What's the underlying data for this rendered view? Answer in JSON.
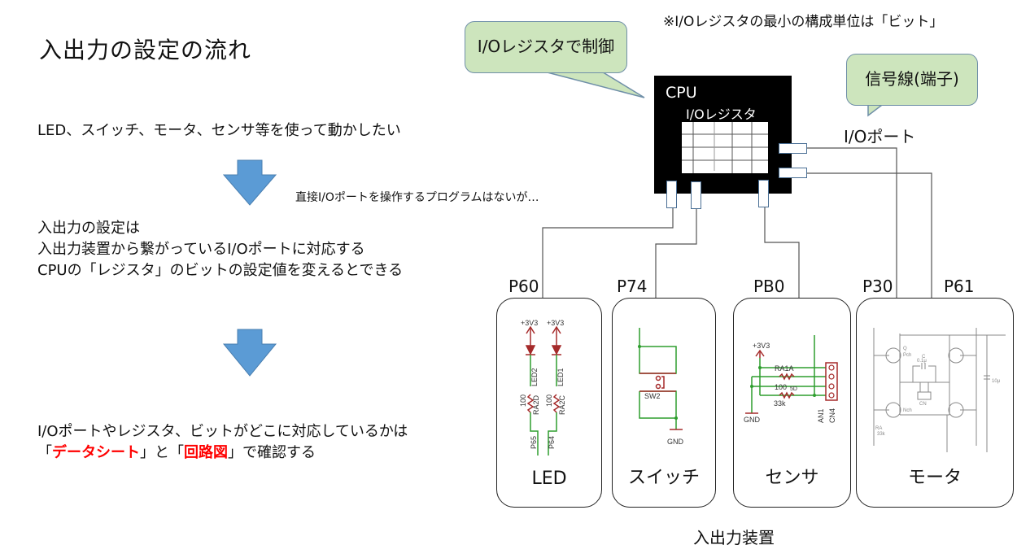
{
  "title": "入出力の設定の流れ",
  "note_top": "※I/Oレジスタの最小の構成単位は「ビット」",
  "steps": {
    "step1": "LED、スイッチ、モータ、センサ等を使って動かしたい",
    "arrow_note": "直接I/Oポートを操作するプログラムはないが…",
    "step2_line1": "入出力の設定は",
    "step2_line2": "入出力装置から繋がっているI/Oポートに対応する",
    "step2_line3": "CPUの「レジスタ」のビットの設定値を変えるとできる",
    "step3_line1": "I/Oポートやレジスタ、ビットがどこに対応しているかは",
    "step3_line2_parts": {
      "open1": "「",
      "datasheet": "データシート",
      "mid": "」と「",
      "schematic": "回路図",
      "close": "」で確認する"
    }
  },
  "callouts": {
    "register_control": "I/Oレジスタで制御",
    "signal_line": "信号線(端子)"
  },
  "cpu": {
    "label": "CPU",
    "register_label": "I/Oレジスタ",
    "grid_rows": 4,
    "grid_cols": 5
  },
  "io_port_label": "I/Oポート",
  "devices": [
    {
      "name": "LED",
      "port": "P60"
    },
    {
      "name": "スイッチ",
      "port": "P74"
    },
    {
      "name": "センサ",
      "port": "PB0"
    },
    {
      "name": "モータ",
      "ports": [
        "P30",
        "P61"
      ]
    }
  ],
  "devices_caption": "入出力装置",
  "schematics": {
    "led": {
      "supply": "+3V3",
      "leds": [
        "LED2",
        "LED1"
      ],
      "resistors": [
        "RA2D",
        "RA2C"
      ],
      "resistor_value": "100",
      "pins": [
        "P65",
        "P64"
      ]
    },
    "switch": {
      "part": "SW2",
      "ground": "GND"
    },
    "sensor": {
      "supply": "+3V3",
      "ground": "GND",
      "labels": [
        "RA1A",
        "100",
        "5D",
        "33k",
        "AN1",
        "CN4"
      ]
    },
    "motor": {
      "parts": [
        "Q",
        "Pch",
        "Nch",
        "C",
        "0.1μ",
        "10μ",
        "CN",
        "RA",
        "33k"
      ]
    }
  },
  "colors": {
    "arrow": "#5b9bd5",
    "callout_fill": "#cde5bd",
    "highlight": "#ff0000",
    "schematic_red": "#a52a2a",
    "schematic_green": "#2e9e2e"
  }
}
